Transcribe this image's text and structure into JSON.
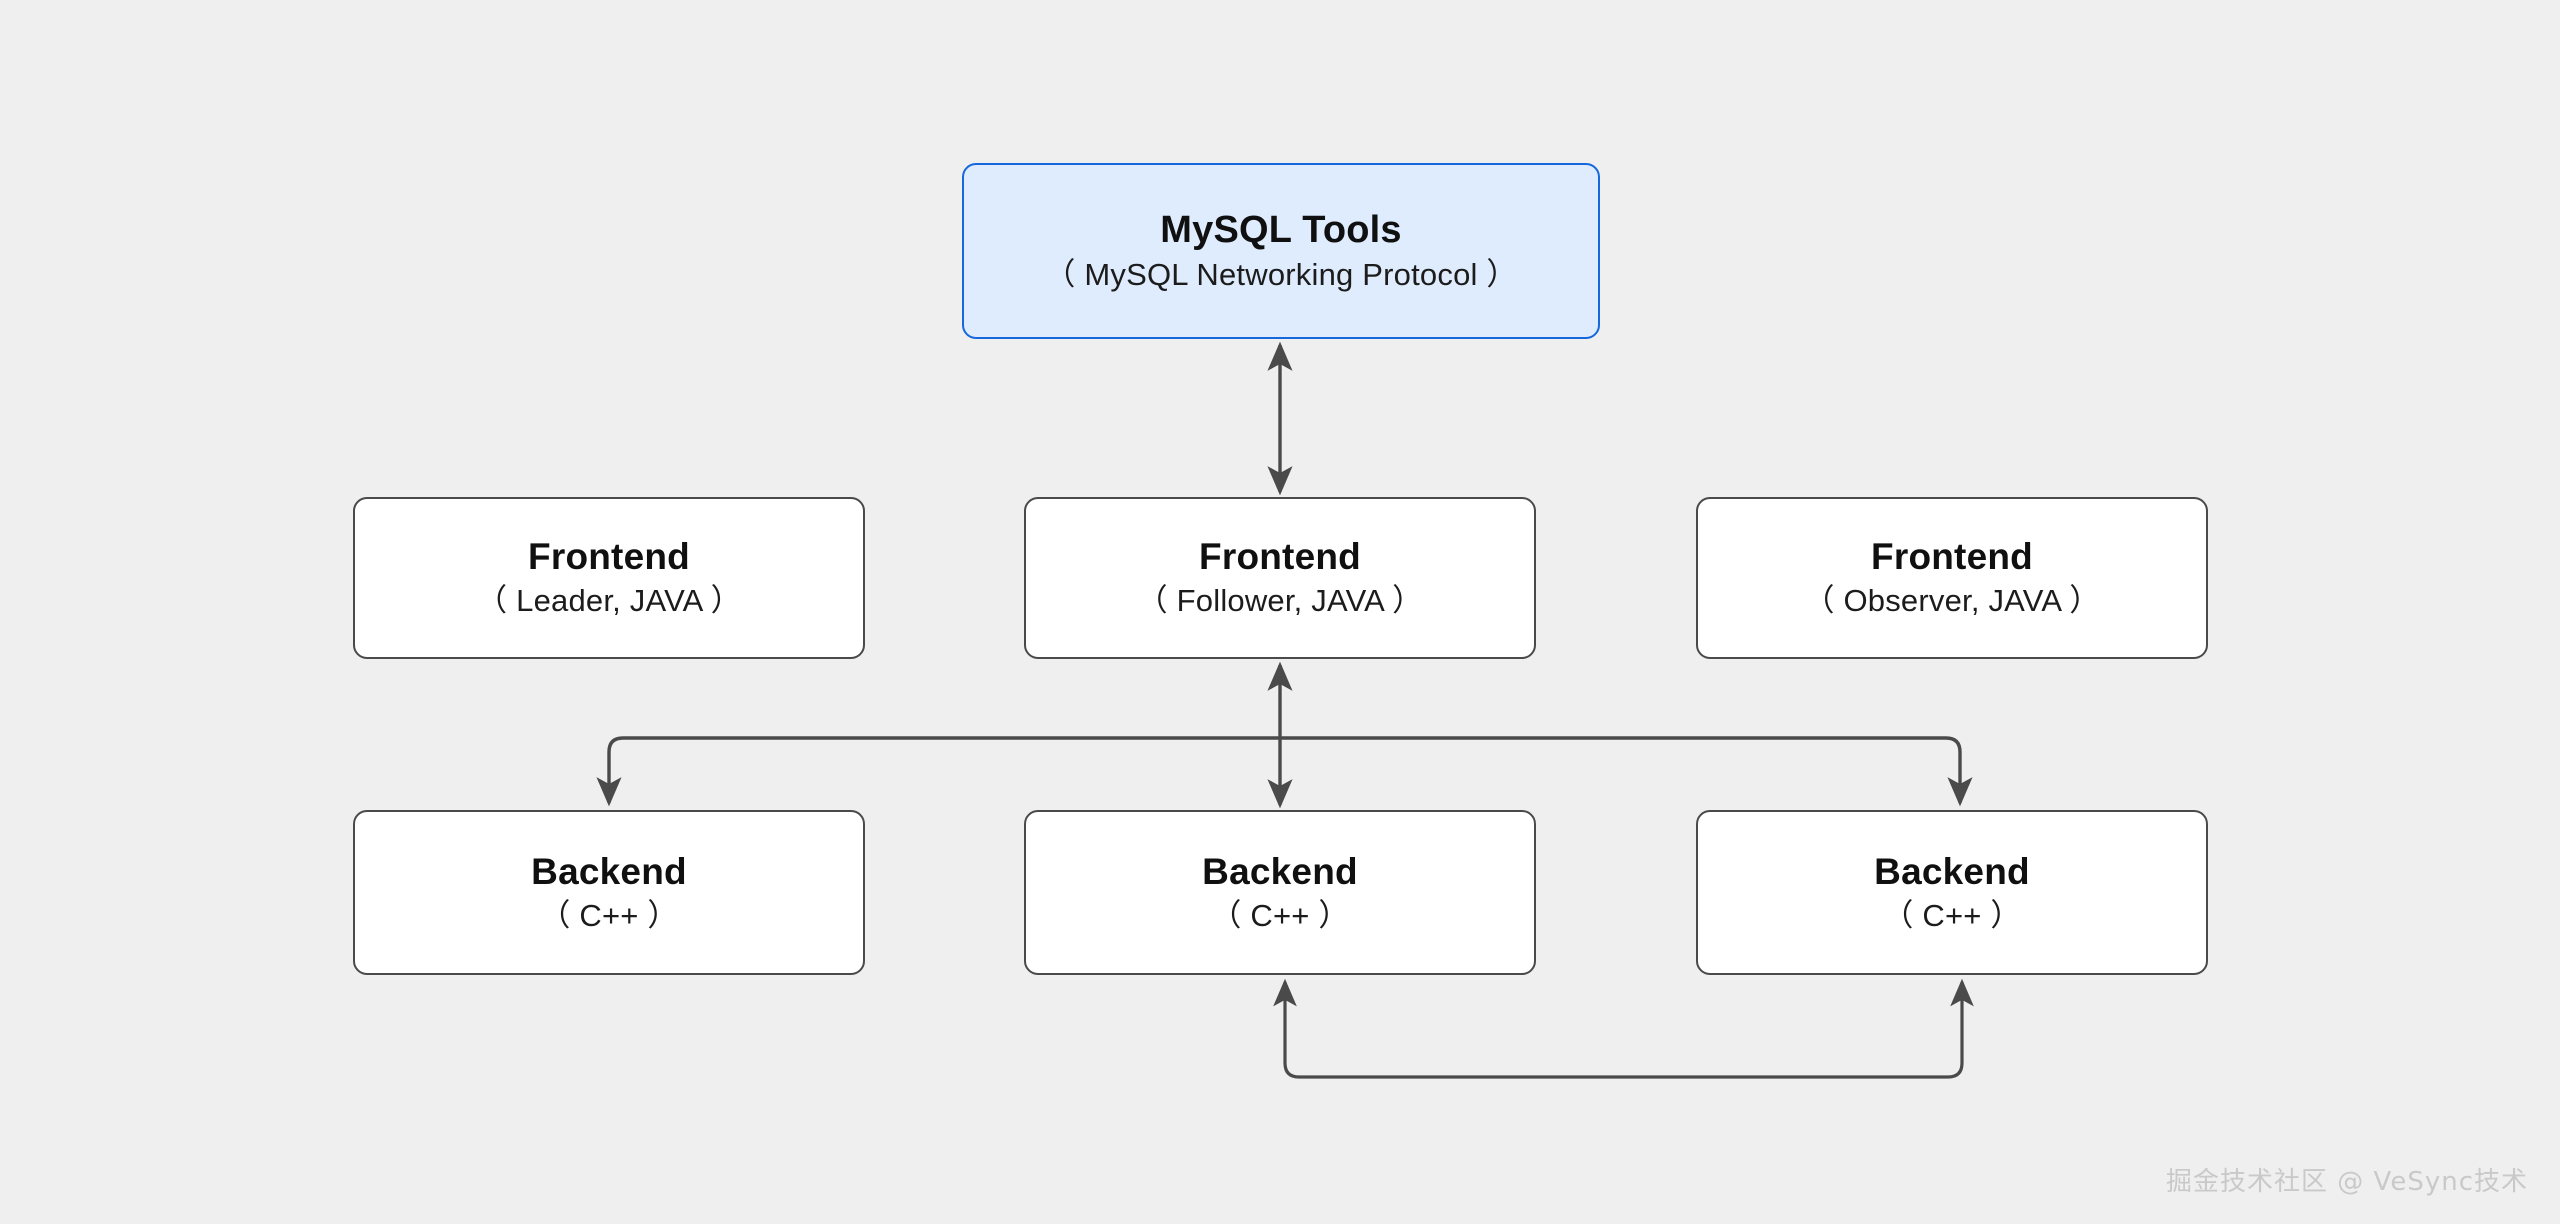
{
  "diagram": {
    "background_color": "#efefef",
    "connector_color": "#4a4a4a",
    "accent_border_color": "#1668dc",
    "accent_fill_color": "#dfecfd",
    "node_border_color": "#4a4a4a",
    "node_fill_color": "#ffffff",
    "nodes": {
      "mysql_tools": {
        "title": "MySQL Tools",
        "subtitle": "（ MySQL Networking Protocol ）"
      },
      "frontend_leader": {
        "title": "Frontend",
        "subtitle": "（ Leader, JAVA ）"
      },
      "frontend_follower": {
        "title": "Frontend",
        "subtitle": "（ Follower, JAVA ）"
      },
      "frontend_observer": {
        "title": "Frontend",
        "subtitle": "（ Observer, JAVA ）"
      },
      "backend_left": {
        "title": "Backend",
        "subtitle": "（ C++ ）"
      },
      "backend_middle": {
        "title": "Backend",
        "subtitle": "（ C++ ）"
      },
      "backend_right": {
        "title": "Backend",
        "subtitle": "（ C++ ）"
      }
    },
    "edges": [
      {
        "name": "mysql-tools-to-frontend-follower",
        "from": "mysql_tools",
        "to": "frontend_follower",
        "style": "straight",
        "arrows": "both"
      },
      {
        "name": "frontend-follower-to-backend-middle",
        "from": "frontend_follower",
        "to": "backend_middle",
        "style": "straight",
        "arrows": "both"
      },
      {
        "name": "bus-to-backend-left",
        "from": "frontend-backend-bus",
        "to": "backend_left",
        "style": "orthogonal",
        "arrows": "end"
      },
      {
        "name": "bus-to-backend-right",
        "from": "frontend-backend-bus",
        "to": "backend_right",
        "style": "orthogonal",
        "arrows": "end"
      },
      {
        "name": "backend-middle-to-backend-right",
        "from": "backend_middle",
        "to": "backend_right",
        "style": "orthogonal-bottom",
        "arrows": "both"
      }
    ]
  },
  "watermark": {
    "text": "掘金技术社区 @ VeSync技术"
  }
}
